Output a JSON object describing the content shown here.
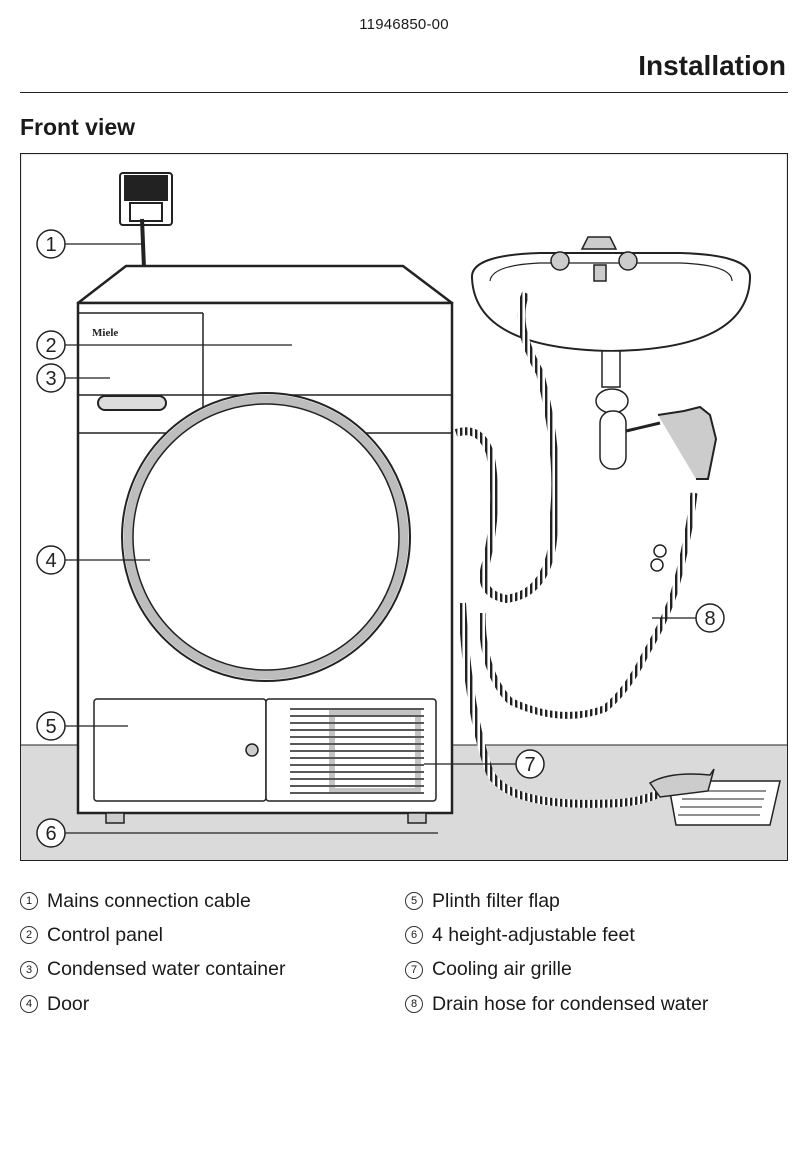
{
  "header": {
    "document_number": "11946850-00",
    "section_title": "Installation"
  },
  "page": {
    "sub_title": "Front view"
  },
  "figure": {
    "brand": "Miele",
    "callouts": [
      "1",
      "2",
      "3",
      "4",
      "5",
      "6",
      "7",
      "8"
    ]
  },
  "legend": {
    "left": [
      {
        "num": "1",
        "label": "Mains connection cable"
      },
      {
        "num": "2",
        "label": "Control panel"
      },
      {
        "num": "3",
        "label": "Condensed water container"
      },
      {
        "num": "4",
        "label": "Door"
      }
    ],
    "right": [
      {
        "num": "5",
        "label": "Plinth filter flap"
      },
      {
        "num": "6",
        "label": "4 height-adjustable feet"
      },
      {
        "num": "7",
        "label": "Cooling air grille"
      },
      {
        "num": "8",
        "label": "Drain hose for condensed water"
      }
    ]
  }
}
